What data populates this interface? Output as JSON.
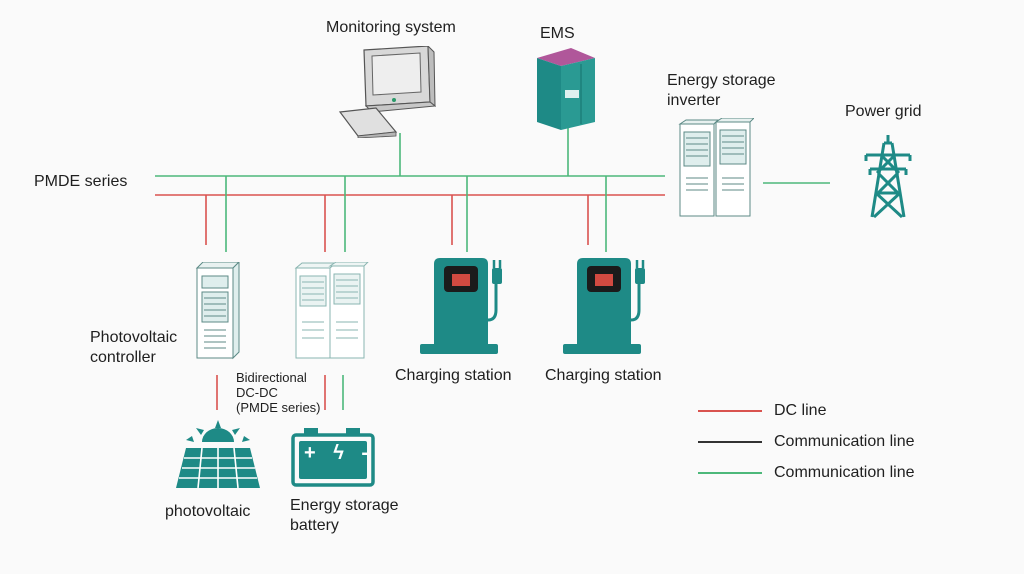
{
  "labels": {
    "monitoring_system": "Monitoring system",
    "ems": "EMS",
    "energy_storage_inverter_1": "Energy storage",
    "energy_storage_inverter_2": "inverter",
    "power_grid": "Power grid",
    "pmde_series": "PMDE series",
    "pv_controller_1": "Photovoltaic",
    "pv_controller_2": "controller",
    "bidirectional_1": "Bidirectional",
    "bidirectional_2": "DC-DC",
    "bidirectional_3": "(PMDE series)",
    "charging_station_1": "Charging station",
    "charging_station_2": "Charging station",
    "photovoltaic": "photovoltaic",
    "battery_1": "Energy storage",
    "battery_2": "battery"
  },
  "legend": [
    {
      "label": "DC line",
      "color": "#d9534f"
    },
    {
      "label": "Communication line",
      "color": "#333333"
    },
    {
      "label": "Communication line",
      "color": "#4cb87a"
    }
  ],
  "colors": {
    "dc_line": "#d9534f",
    "comm_line": "#4cb87a",
    "teal": "#1e8a86",
    "ems_top": "#b0579a"
  },
  "battery_symbols": "+ ϟ -"
}
